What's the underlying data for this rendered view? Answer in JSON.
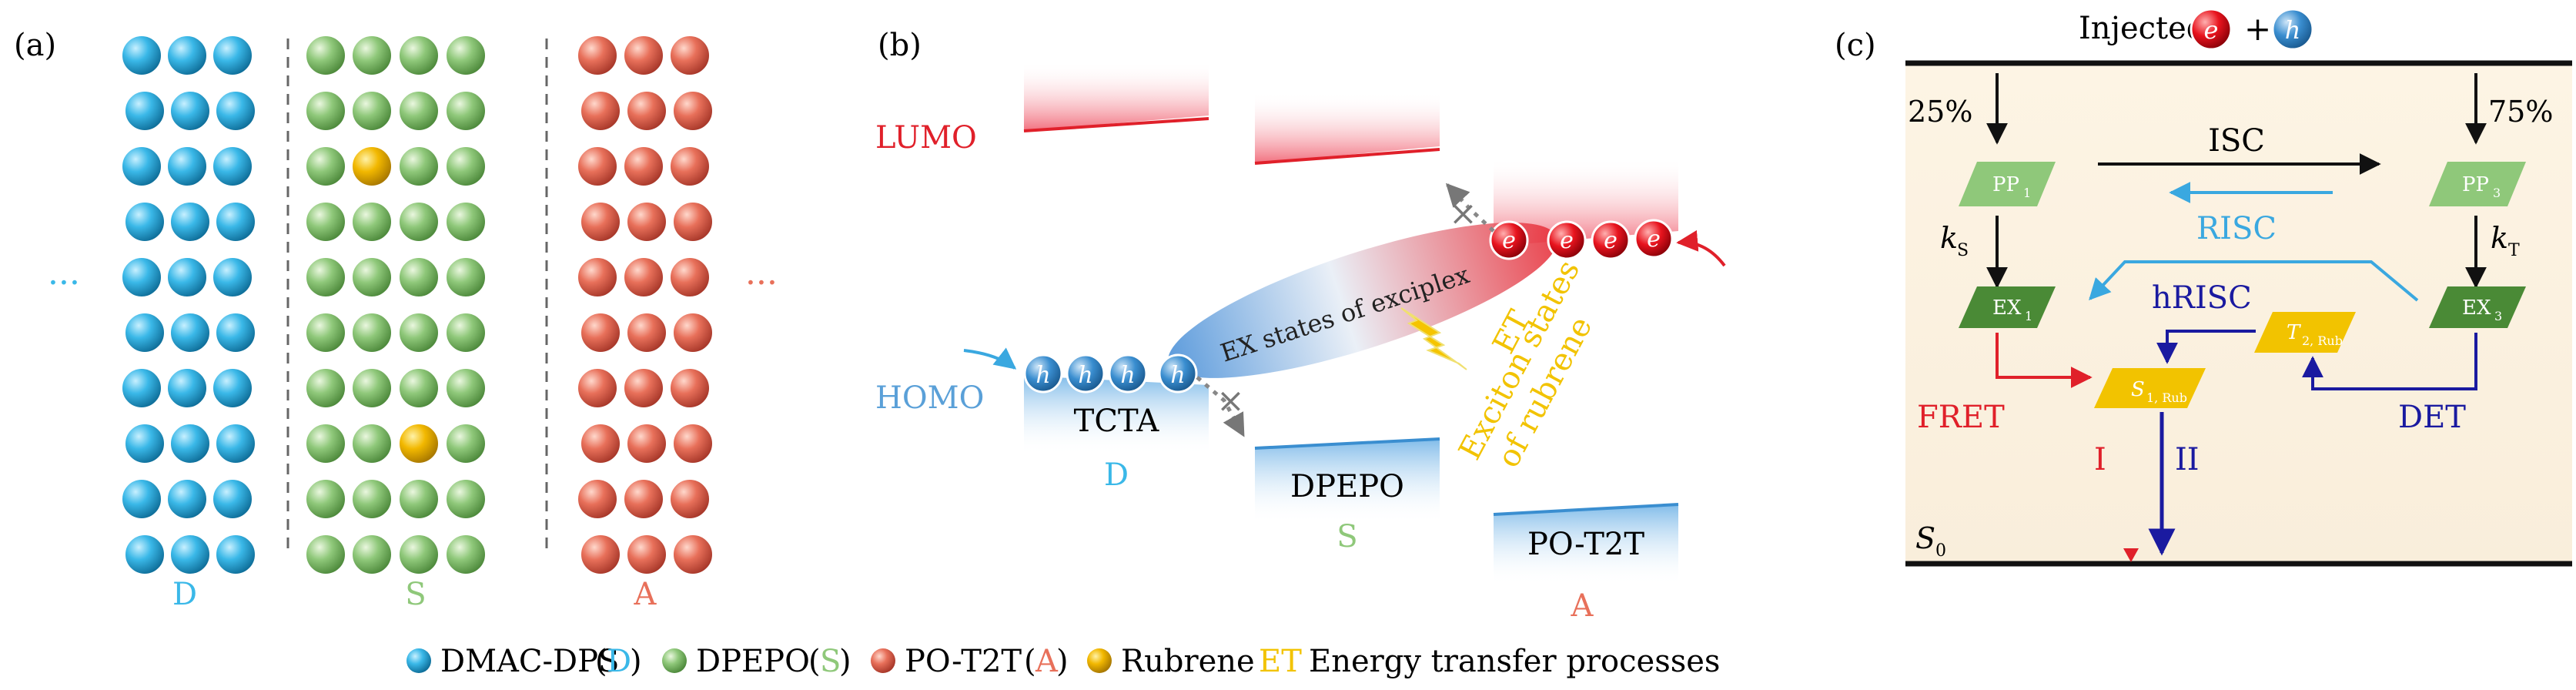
{
  "panels": {
    "a": {
      "label": "(a)",
      "dots": "···",
      "grid": {
        "rows": 10,
        "donor_columns": 3,
        "spacer_columns": 4,
        "acceptor_columns": 3,
        "rubrene_positions": [
          {
            "row": 3,
            "spacer_col": 2
          },
          {
            "row": 8,
            "spacer_col": 3
          }
        ]
      },
      "region_labels": {
        "donor": "D",
        "spacer": "S",
        "acceptor": "A"
      }
    },
    "b": {
      "label": "(b)",
      "lumo": "LUMO",
      "homo": "HOMO",
      "tcta": "TCTA",
      "dpepo": "DPEPO",
      "pot2t": "PO-T2T",
      "d": "D",
      "s": "S",
      "a": "A",
      "exciplex": "EX states of exciplex",
      "et": "ET",
      "exciton_line1": "Exciton states",
      "exciton_line2": "of rubrene",
      "hole": "h",
      "electron": "e",
      "cross": "×"
    },
    "c": {
      "label": "(c)",
      "injected": "Injected",
      "plus": "+",
      "e": "e",
      "h": "h",
      "pct_left": "25%",
      "pct_right": "75%",
      "isc": "ISC",
      "risc": "RISC",
      "hrisc": "hRISC",
      "fret": "FRET",
      "det": "DET",
      "ks_main": "k",
      "ks_sub": "S",
      "kt_main": "k",
      "kt_sub": "T",
      "pp1_main": "PP",
      "pp1_sub": "1",
      "pp3_main": "PP",
      "pp3_sub": "3",
      "ex1_main": "EX",
      "ex1_sub": "1",
      "ex3_main": "EX",
      "ex3_sub": "3",
      "t2_main": "T",
      "t2_sub": "2, Rub",
      "s1_main": "S",
      "s1_sub": "1, Rub",
      "i": "I",
      "ii": "II",
      "s0_main": "S",
      "s0_sub": "0"
    }
  },
  "legend": [
    {
      "name": "DMAC-DPS",
      "tag": "D",
      "color": "#3ab8e8"
    },
    {
      "name": "DPEPO",
      "tag": "S",
      "color": "#8fc87a"
    },
    {
      "name": "PO-T2T",
      "tag": "A",
      "color": "#e8705a"
    },
    {
      "name": "Rubrene",
      "tag": "",
      "color": "#f2b800"
    }
  ],
  "legend_et": {
    "tag": "ET",
    "text": "Energy transfer processes"
  },
  "colors": {
    "donor": "#3ab8e8",
    "spacer": "#8fc87a",
    "acceptor": "#e8705a",
    "rubrene": "#f2b800",
    "lumo": "#e0202a",
    "homo": "#5aa0d8",
    "et_yellow": "#f2c300",
    "risc_blue": "#3aa8e0",
    "dark_blue": "#1a1aa0",
    "pp_green": "#8fc87a",
    "ex_green": "#4a8a36",
    "panel_bg": "#fbf2e2"
  }
}
